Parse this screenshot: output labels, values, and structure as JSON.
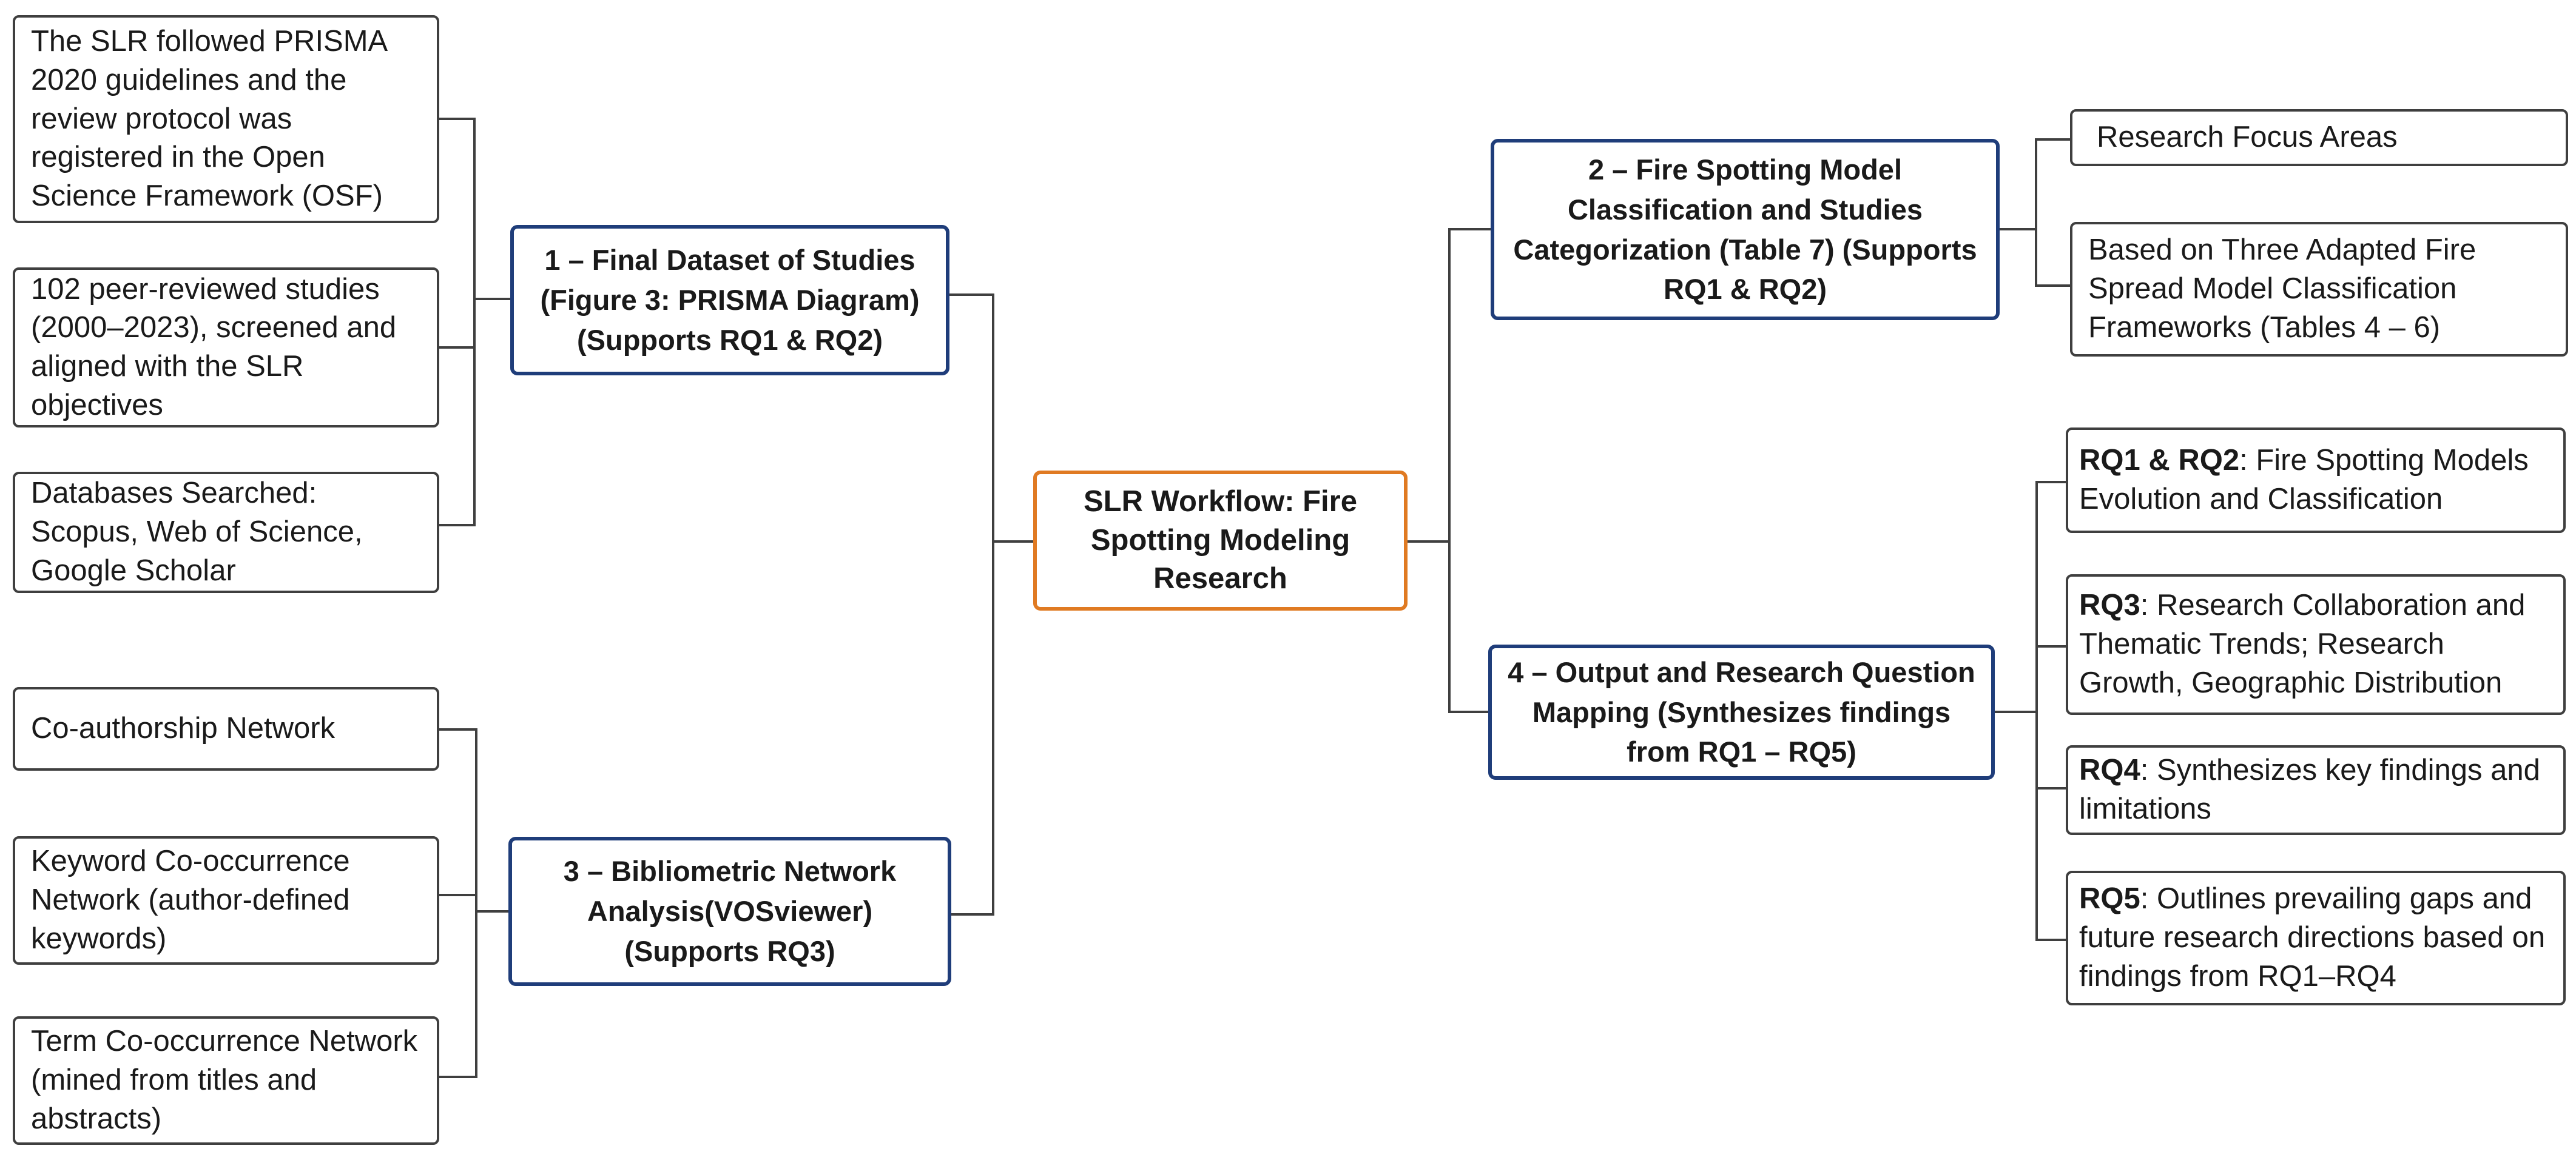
{
  "colors": {
    "root_border": "#e07a22",
    "main_border": "#1f3d7a",
    "leaf_border": "#3f3f3f",
    "connector": "#3f3f3f"
  },
  "root": {
    "text": "SLR Workflow: Fire Spotting Modeling Research"
  },
  "branches": {
    "b1": {
      "title": "1 – Final Dataset of Studies (Figure 3: PRISMA Diagram) (Supports RQ1 & RQ2)",
      "leaves": [
        "The SLR followed PRISMA 2020 guidelines and the review protocol was registered in the Open Science Framework (OSF)",
        "102 peer-reviewed studies (2000–2023), screened and aligned with the SLR objectives",
        "Databases Searched: Scopus, Web of Science, Google Scholar"
      ]
    },
    "b3": {
      "title": "3 – Bibliometric Network Analysis(VOSviewer) (Supports RQ3)",
      "leaves": [
        "Co-authorship Network",
        "Keyword Co-occurrence Network (author-defined keywords)",
        "Term Co-occurrence Network (mined from titles and abstracts)"
      ]
    },
    "b2": {
      "title": "2 – Fire Spotting Model Classification and Studies Categorization (Table 7) (Supports RQ1 & RQ2)",
      "leaves": [
        "Research Focus Areas",
        "Based on Three Adapted Fire Spread Model Classification Frameworks (Tables 4 – 6)"
      ]
    },
    "b4": {
      "title": "4 – Output and Research Question Mapping (Synthesizes findings from RQ1 – RQ5)",
      "leaves": [
        {
          "label": "RQ1 & RQ2",
          "text": ": Fire Spotting Models Evolution and Classification"
        },
        {
          "label": "RQ3",
          "text": ": Research Collaboration and Thematic Trends; Research Growth, Geographic Distribution"
        },
        {
          "label": "RQ4",
          "text": ": Synthesizes key findings and limitations"
        },
        {
          "label": "RQ5",
          "text": ": Outlines prevailing gaps and future research directions based on findings from RQ1–RQ4"
        }
      ]
    }
  }
}
